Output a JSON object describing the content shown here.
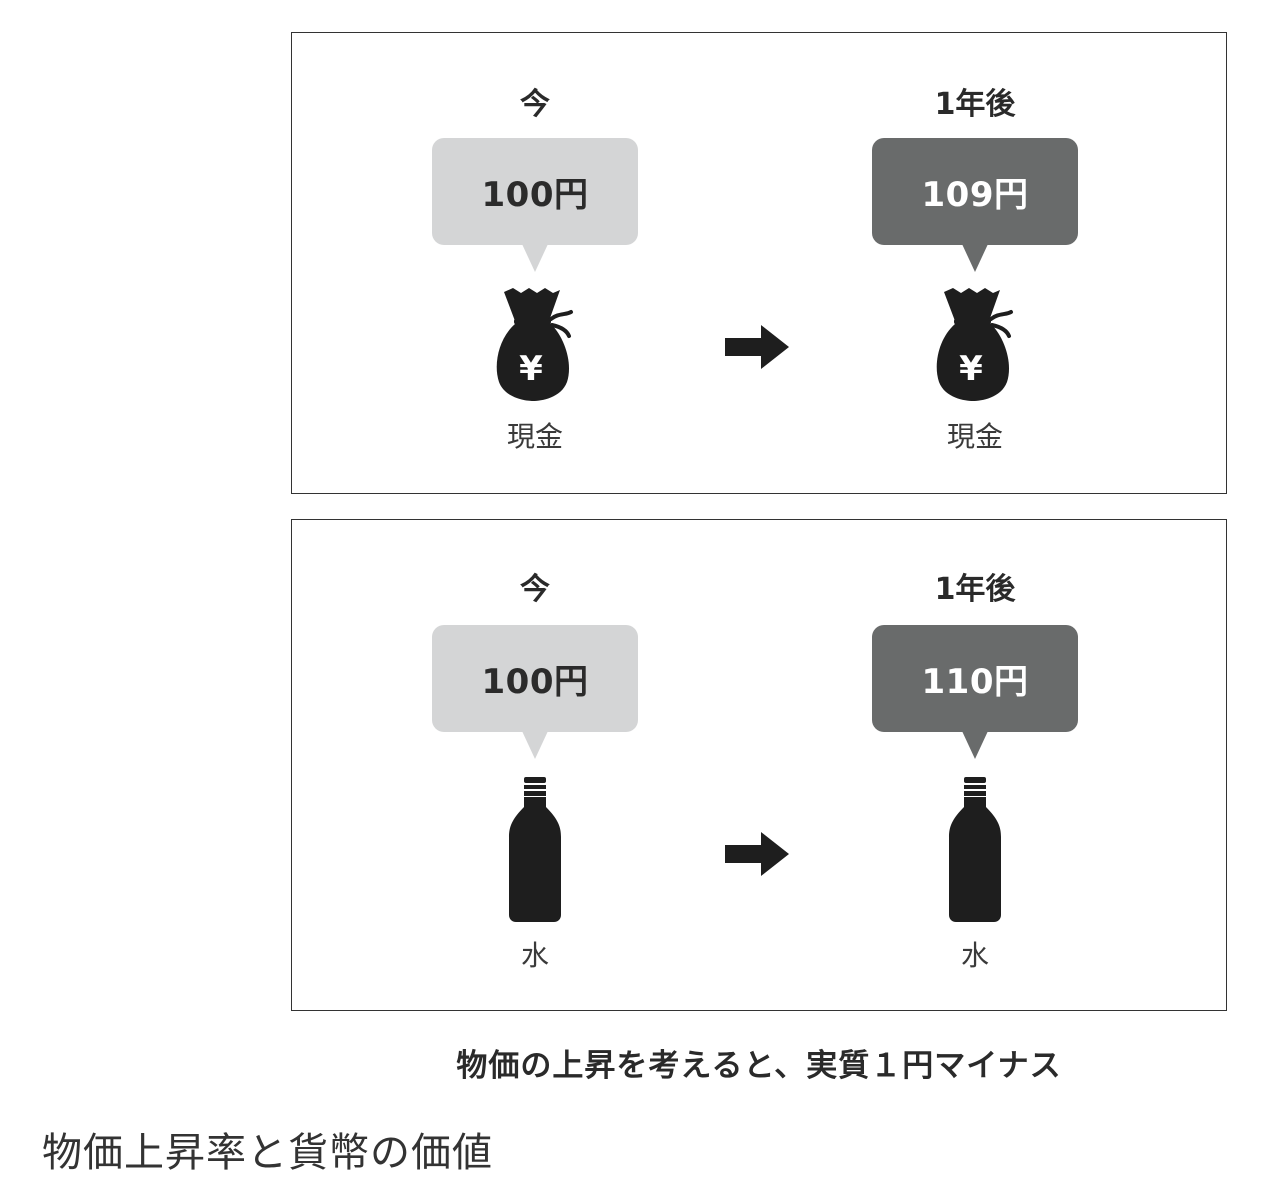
{
  "panels": {
    "cash": {
      "now": {
        "period": "今",
        "price": "100円",
        "item": "現金"
      },
      "later": {
        "period": "1年後",
        "price": "109円",
        "item": "現金"
      }
    },
    "water": {
      "now": {
        "period": "今",
        "price": "100円",
        "item": "水"
      },
      "later": {
        "period": "1年後",
        "price": "110円",
        "item": "水"
      }
    }
  },
  "summary": "物価の上昇を考えると、実質１円マイナス",
  "caption": "物価上昇率と貨幣の価値",
  "icons": {
    "cash": "money-bag-yen-icon",
    "water": "water-bottle-icon",
    "arrow": "right-arrow-icon"
  },
  "colors": {
    "bubble_now": "#d4d5d6",
    "bubble_later": "#696b6b",
    "icon": "#1e1e1e",
    "border": "#333333"
  }
}
